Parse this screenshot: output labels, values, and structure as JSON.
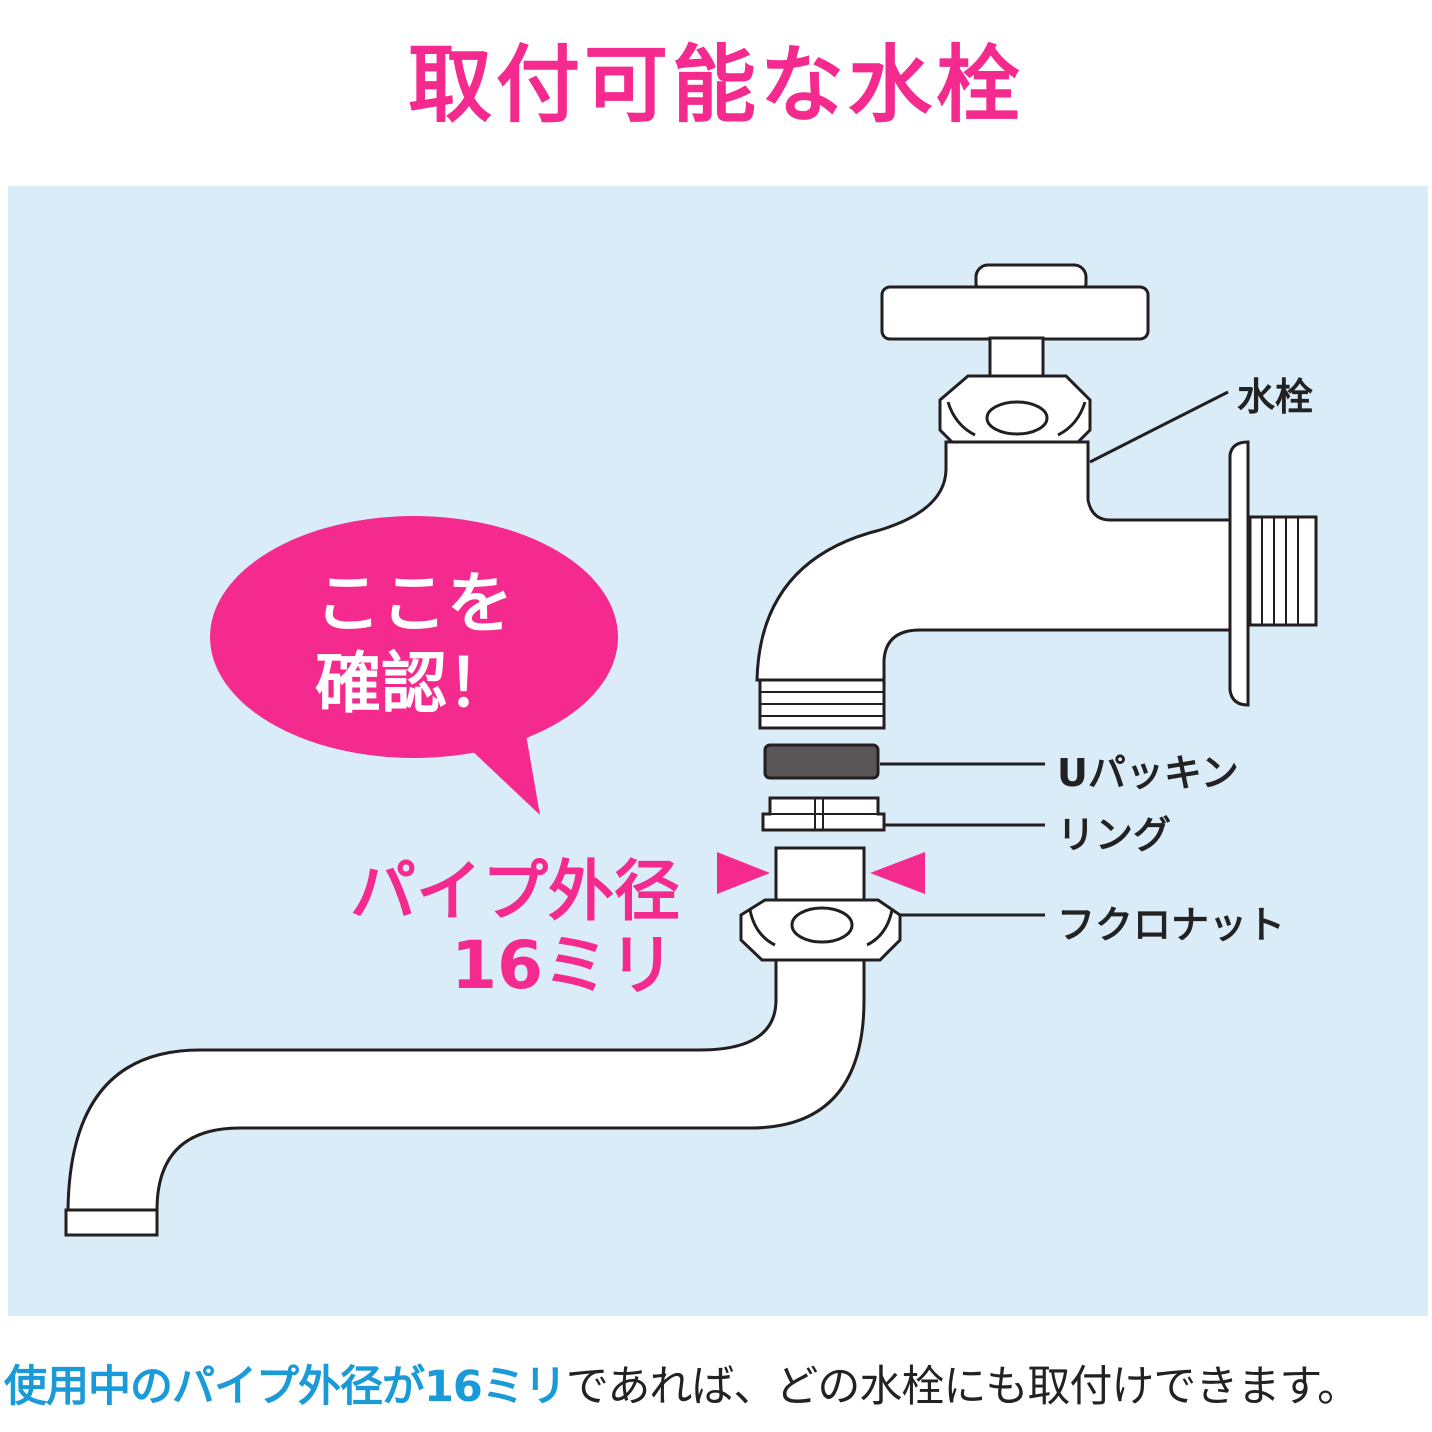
{
  "title": "取付可能な水栓",
  "bubble": {
    "line1": "ここを",
    "line2": "確認！"
  },
  "pipe_label": {
    "line1": "パイプ外径",
    "line2": "16ミリ"
  },
  "parts": {
    "faucet": "水栓",
    "u_packing": "Uパッキン",
    "ring": "リング",
    "nut": "フクロナット"
  },
  "footer": {
    "highlight": "使用中のパイプ外径が16ミリ",
    "rest": "であれば、どの水栓にも取付けできます。"
  },
  "colors": {
    "accent": "#f52a8e",
    "blue": "#1a9ad6",
    "panel": "#d9ecf7",
    "packing": "#5a5657"
  }
}
